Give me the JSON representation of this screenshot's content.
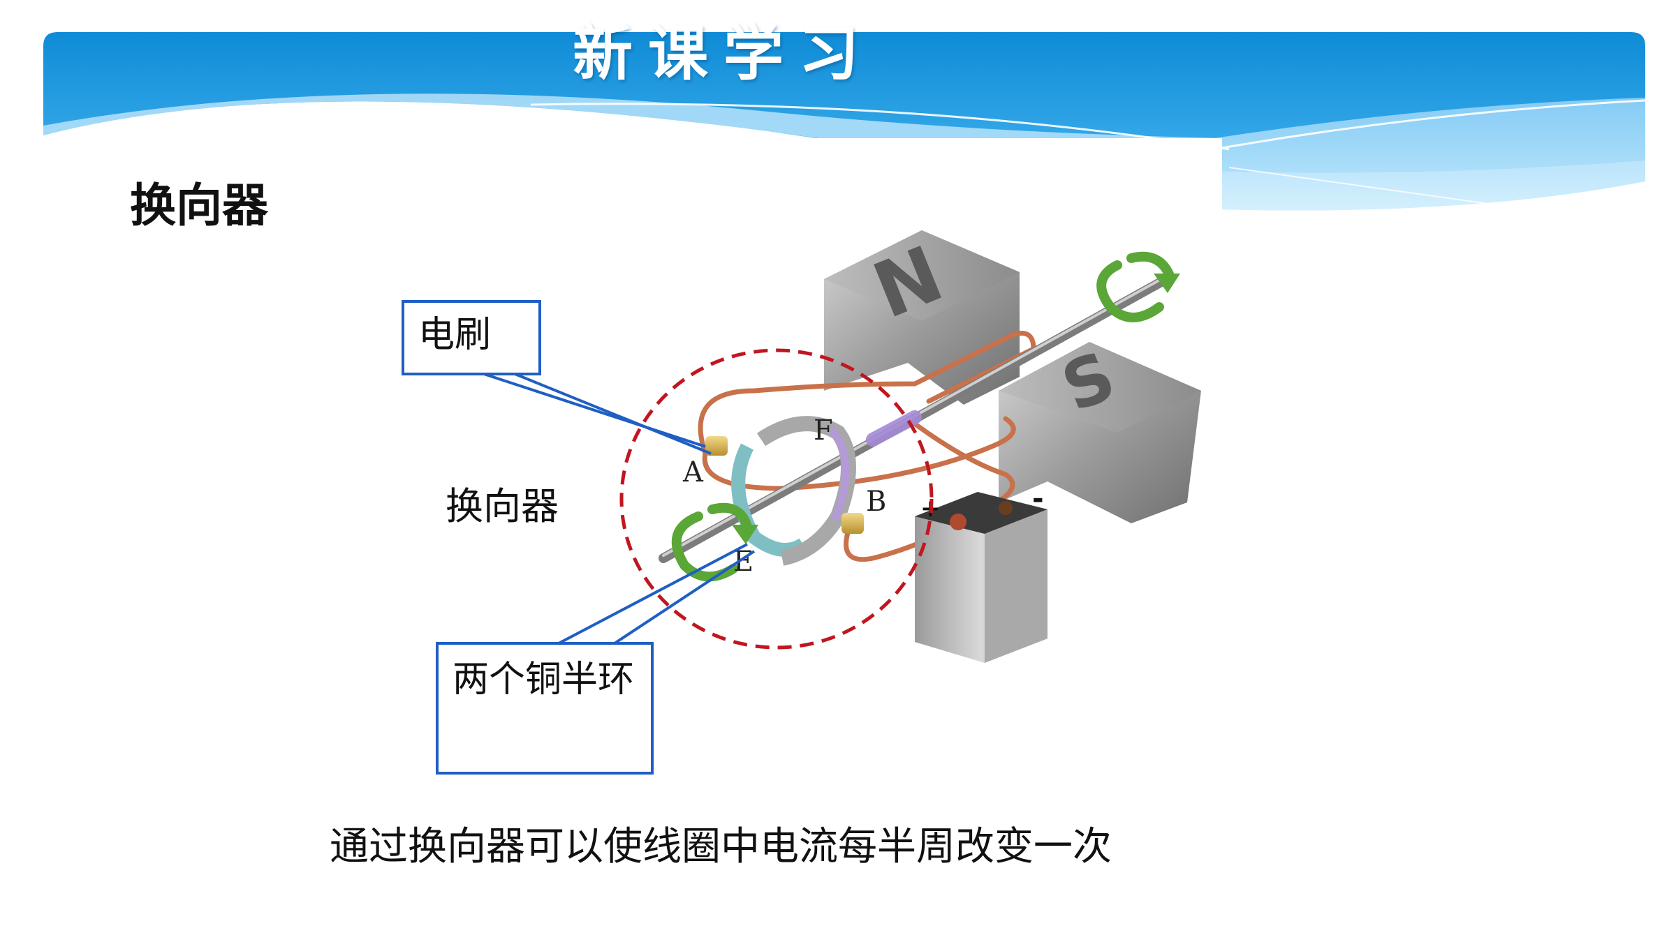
{
  "header": {
    "title": "新课学习"
  },
  "slide": {
    "heading": "换向器"
  },
  "diagram": {
    "callout_brush": "电刷",
    "callout_rings": "两个铜半环",
    "commutator_label": "换向器",
    "magnet_n": "N",
    "magnet_s": "S",
    "point_a": "A",
    "point_b": "B",
    "point_e": "E",
    "point_f": "F",
    "battery_plus": "+",
    "battery_minus": "-"
  },
  "caption": "通过换向器可以使线圈中电流每半周改变一次",
  "colors": {
    "banner_blue": "#1796de",
    "callout_border": "#1f5fc4",
    "highlight_circle": "#c0161f",
    "coil_copper": "#c8714a",
    "rotation_arrow": "#5aa636"
  }
}
